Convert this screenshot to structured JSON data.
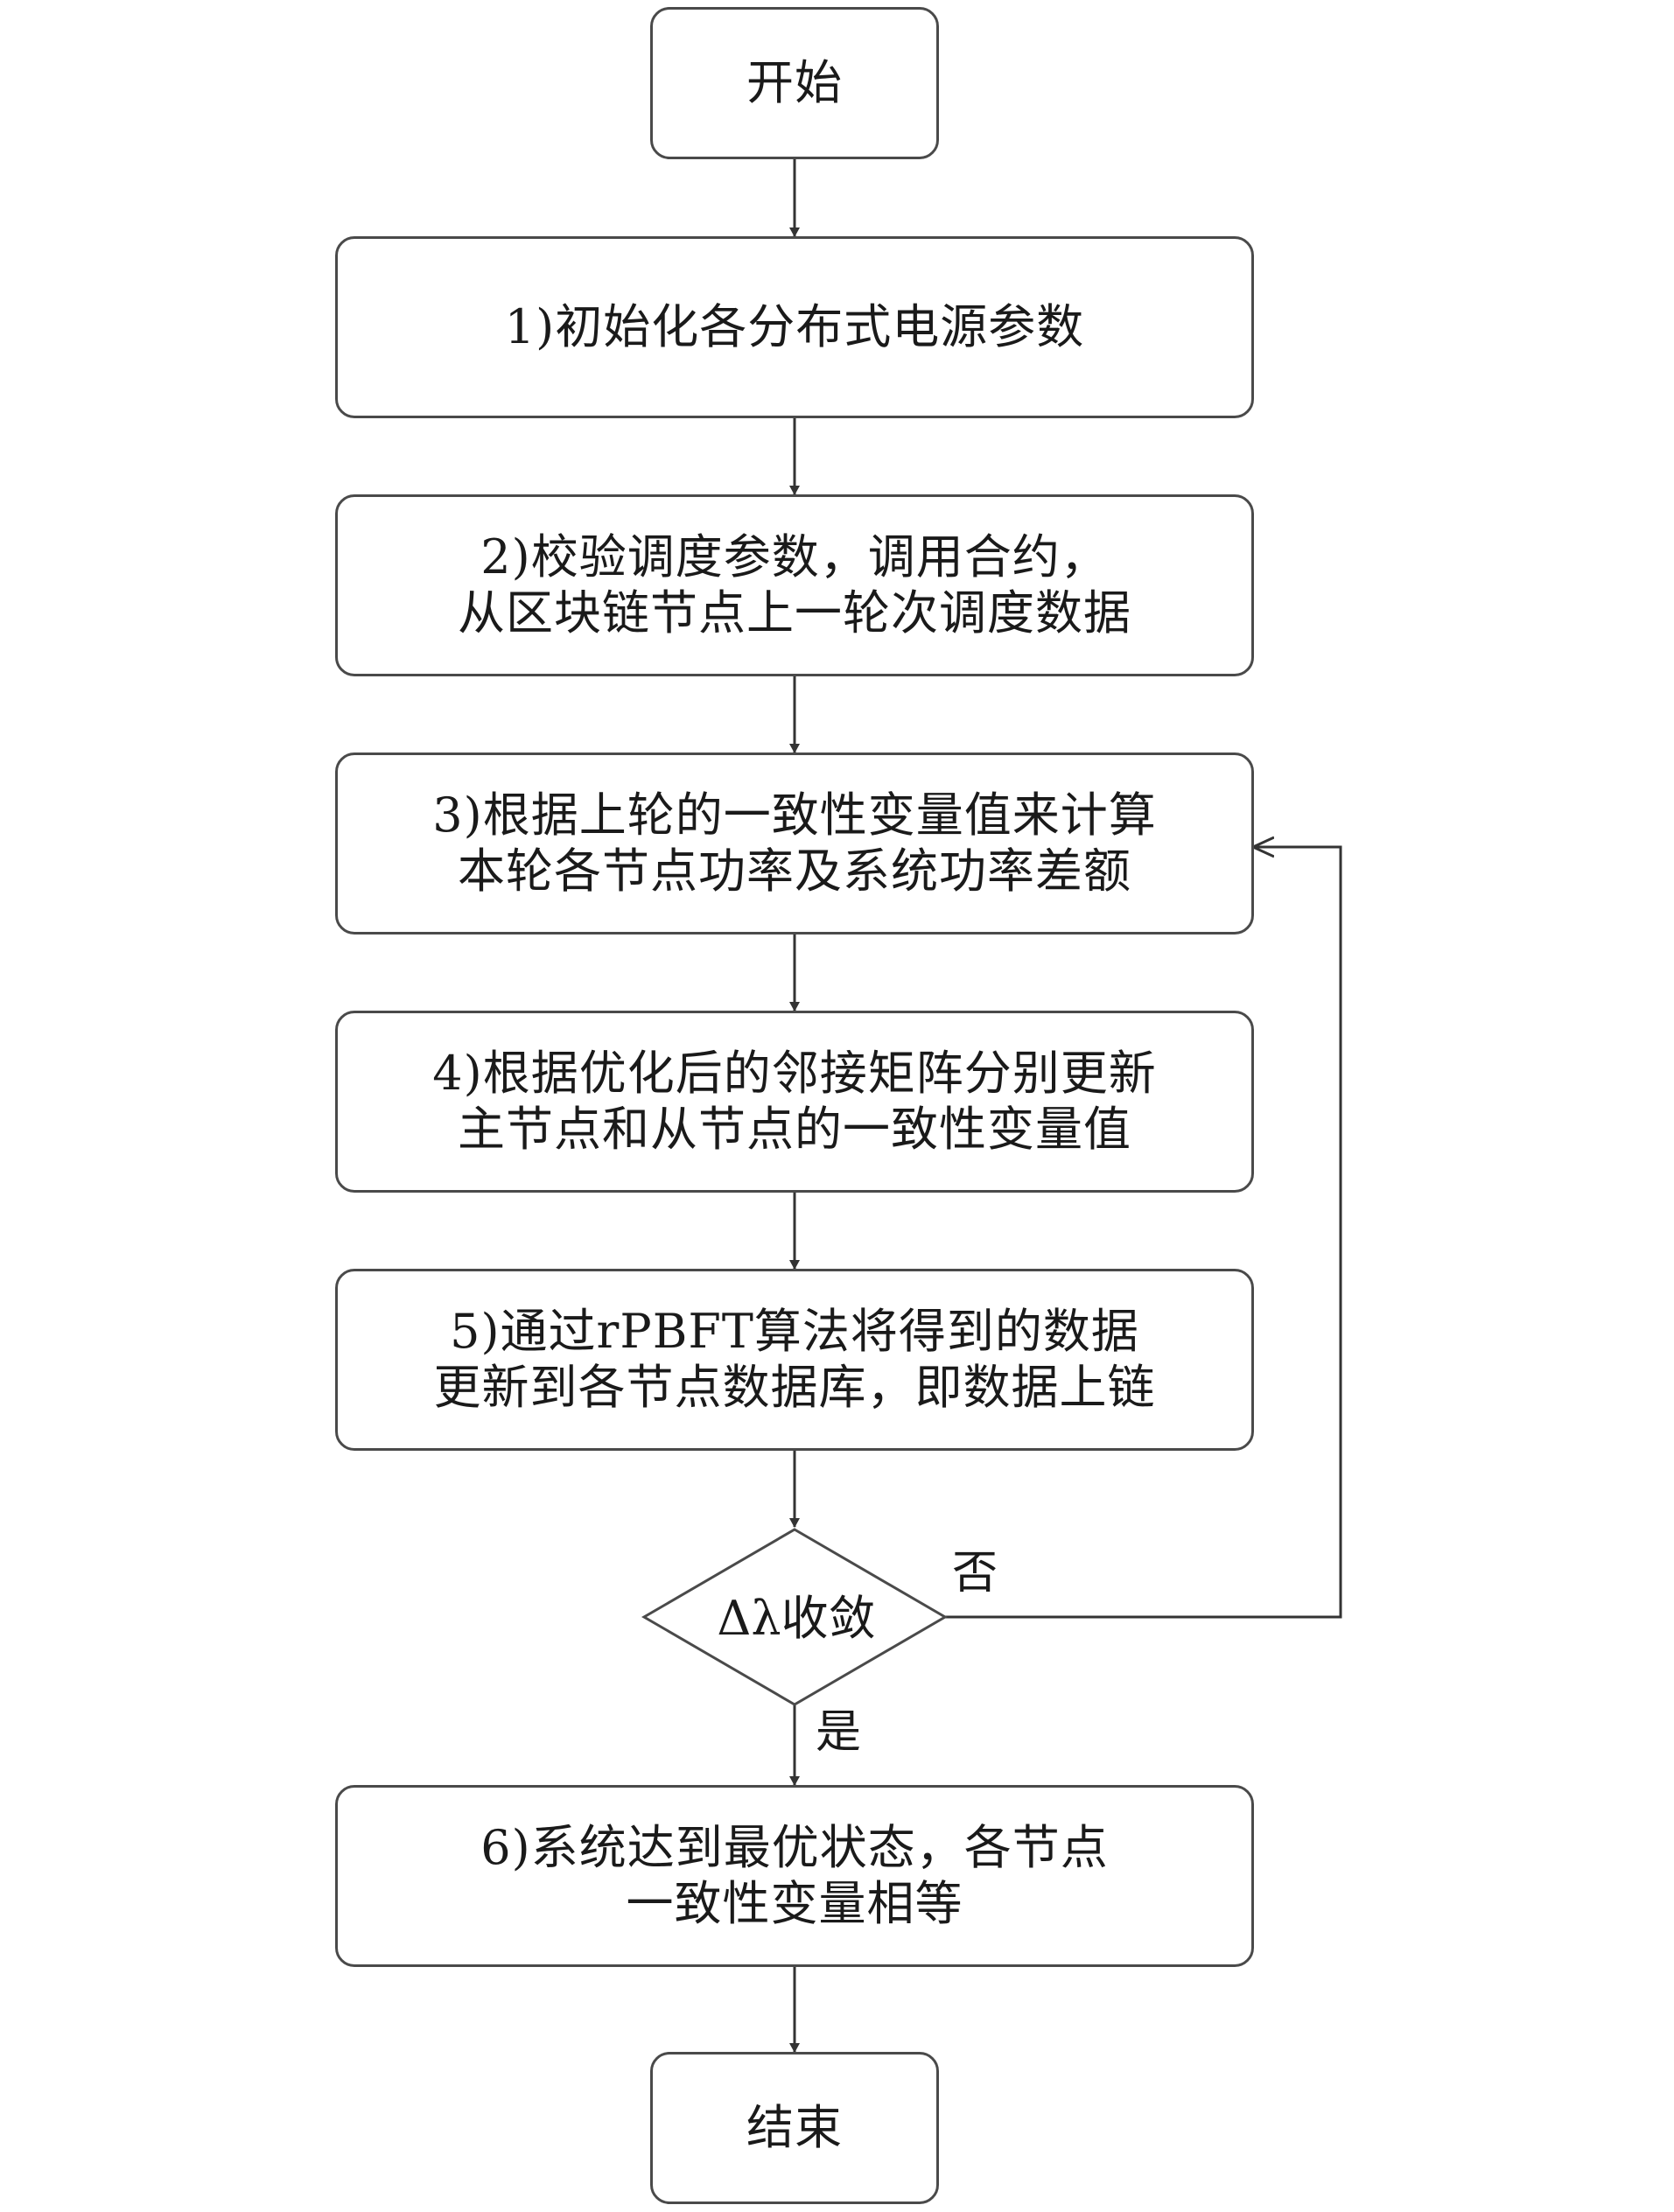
{
  "flowchart": {
    "start": "开始",
    "step1": "1)初始化各分布式电源参数",
    "step2": [
      "2)校验调度参数，调用合约，",
      "从区块链节点上一轮次调度数据"
    ],
    "step3": [
      "3)根据上轮的一致性变量值来计算",
      "本轮各节点功率及系统功率差额"
    ],
    "step4": [
      "4)根据优化后的邻接矩阵分别更新",
      "主节点和从节点的一致性变量值"
    ],
    "step5": [
      "5)通过rPBFT算法将得到的数据",
      "更新到各节点数据库，即数据上链"
    ],
    "decision": "Δλ收敛",
    "no_label": "否",
    "yes_label": "是",
    "step6": [
      "6)系统达到最优状态，各节点",
      "一致性变量相等"
    ],
    "end": "结束"
  }
}
